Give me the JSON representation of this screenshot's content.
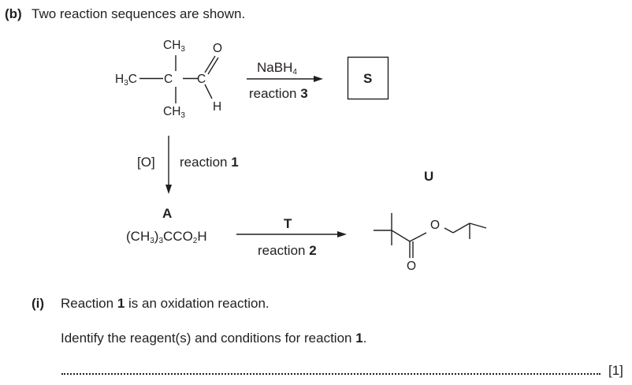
{
  "part_b": {
    "label": "(b)",
    "text": "Two reaction sequences are shown."
  },
  "structure_top": {
    "ch3_top_main": "CH",
    "ch3_top_sub": "3",
    "h3c_main": "H",
    "h3c_sub": "3",
    "h3c_end": "C",
    "c_center": "C",
    "c_carbonyl": "C",
    "o_atom": "O",
    "h_atom": "H",
    "ch3_bottom_main": "CH",
    "ch3_bottom_sub": "3"
  },
  "reaction3": {
    "reagent_main": "NaBH",
    "reagent_sub": "4",
    "label": "reaction ",
    "number": "3",
    "product": "S"
  },
  "reaction1": {
    "reagent": "[O]",
    "label": "reaction ",
    "number": "1"
  },
  "compound_A": {
    "label": "A",
    "f1": "(CH",
    "s1": "3",
    "f2": ")",
    "s2": "3",
    "f3": "CCO",
    "s3": "2",
    "f4": "H"
  },
  "reaction2": {
    "reagent": "T",
    "label": "reaction ",
    "number": "2"
  },
  "compound_U": {
    "label": "U",
    "ring_o": "O",
    "carbonyl_o": "O"
  },
  "question_i": {
    "label": "(i)",
    "line1_a": "Reaction ",
    "line1_b": "1",
    "line1_c": " is an oxidation reaction.",
    "line2_a": "Identify the reagent(s) and conditions for reaction ",
    "line2_b": "1",
    "line2_c": ".",
    "marks": "[1]"
  }
}
